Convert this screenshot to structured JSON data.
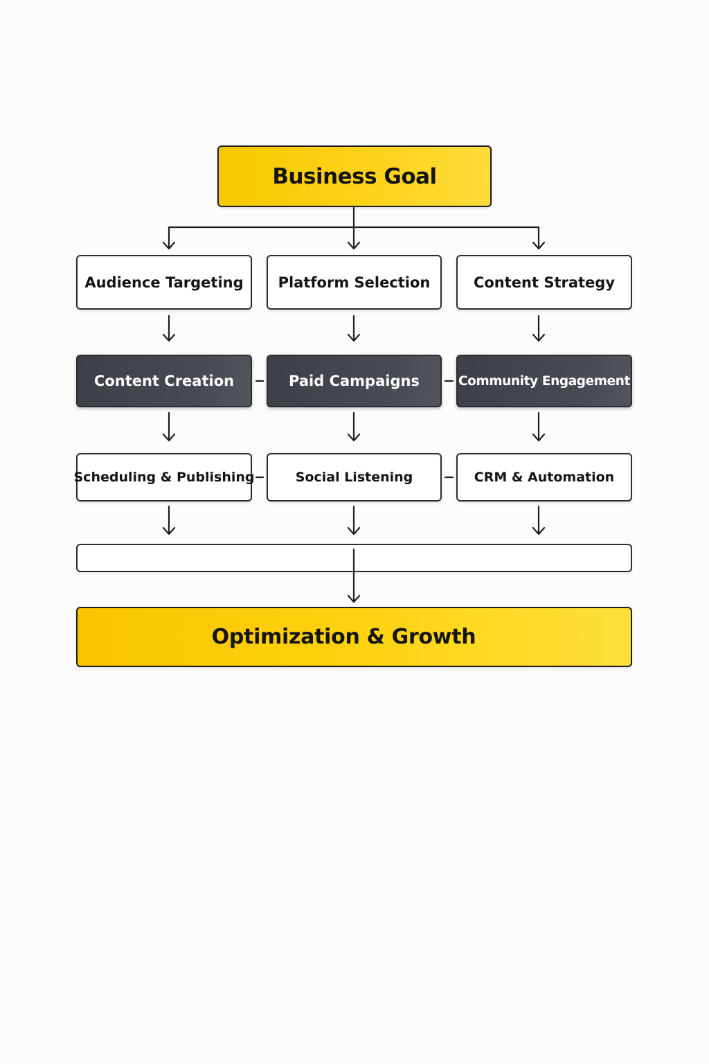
{
  "diagram": {
    "goal": "Business Goal",
    "row1": [
      "Audience Targeting",
      "Platform Selection",
      "Content Strategy"
    ],
    "row2": [
      "Content Creation",
      "Paid Campaigns",
      "Community Engagement"
    ],
    "row3": [
      "Scheduling & Publishing",
      "Social Listening",
      "CRM & Automation"
    ],
    "outcome": "Optimization & Growth"
  },
  "colors": {
    "accent_yellow": "#ffd20f",
    "dark_box": "#43464d",
    "outline": "#1e1e1e",
    "background": "#fcfcfc"
  }
}
